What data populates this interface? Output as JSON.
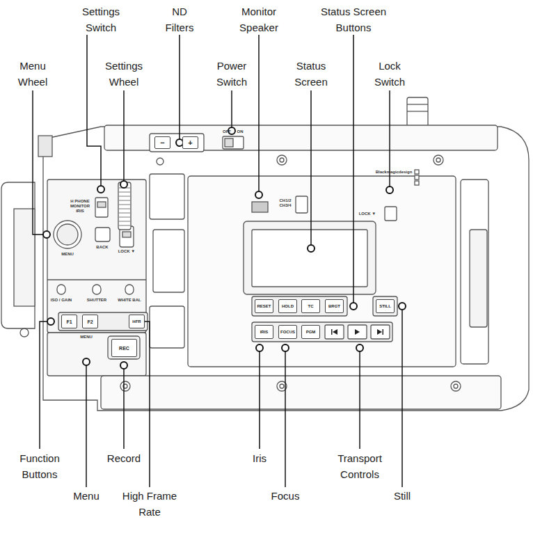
{
  "diagram": {
    "nodes": [
      {
        "text": [
          "−"
        ]
      },
      {
        "text": [
          "+"
        ]
      },
      {
        "text": [
          "F1"
        ]
      },
      {
        "text": [
          "F2"
        ]
      },
      {
        "text": [
          "HFR"
        ]
      },
      {
        "text": [
          "REC"
        ]
      },
      {
        "text": [
          "RESET"
        ]
      },
      {
        "text": [
          "HOLD"
        ]
      },
      {
        "text": [
          "TC"
        ]
      },
      {
        "text": [
          "BRGT"
        ]
      },
      {
        "text": [
          "STILL"
        ]
      },
      {
        "text": [
          "IRIS"
        ]
      },
      {
        "text": [
          "FOCUS"
        ]
      },
      {
        "text": [
          "PGM"
        ]
      }
    ],
    "labels": [
      "Settings Switch",
      "ND Filters",
      "Monitor Speaker",
      "Status Screen Buttons",
      "Menu Wheel",
      "Settings Wheel",
      "Power Switch",
      "Status Screen",
      "Lock Switch",
      "Function Buttons",
      "Record",
      "Iris",
      "Transport Controls",
      "Menu",
      "High Frame Rate",
      "Focus",
      "Still",
      "OFF",
      "ON",
      "H PHONE MONITOR IRIS",
      "MENU",
      "BACK",
      "LOCK ▼",
      "ISO / GAIN",
      "SHUTTER",
      "WHITE BAL",
      "MENU",
      "CH1/2 CH3/4",
      "Blackmagicdesign",
      "LOCK ▼"
    ]
  }
}
